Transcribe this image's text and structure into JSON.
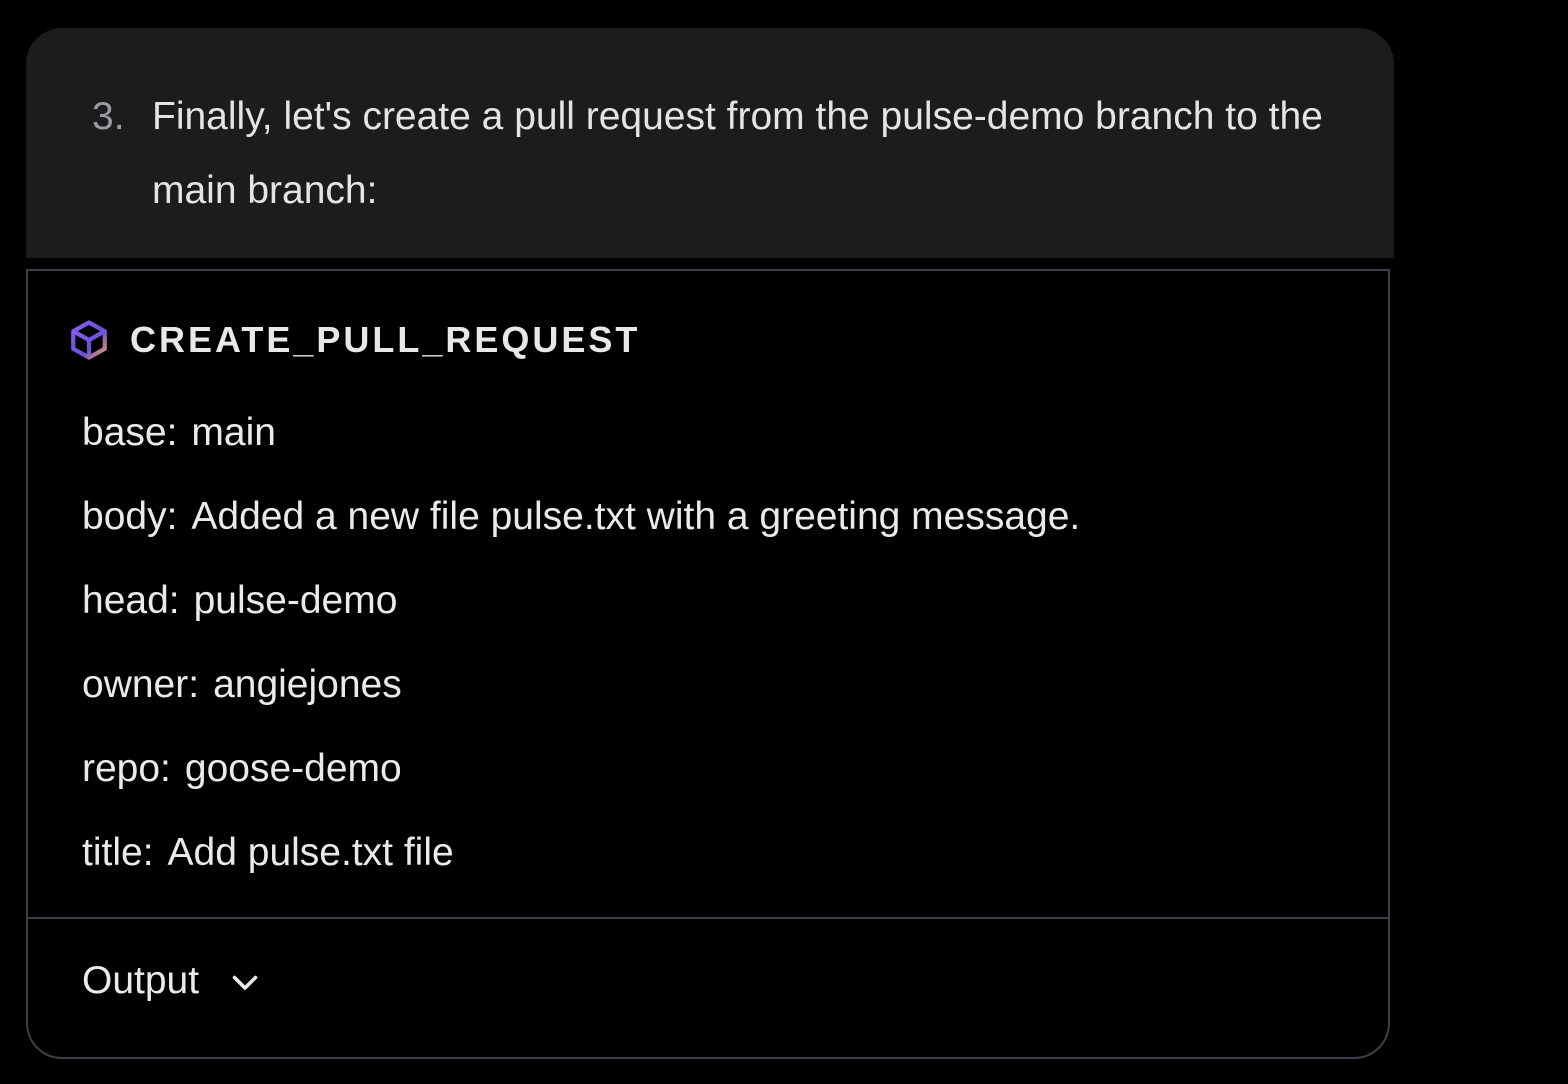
{
  "message": {
    "number": "3.",
    "text": "Finally, let's create a pull request from the pulse-demo branch to the main branch:"
  },
  "tool": {
    "name": "CREATE_PULL_REQUEST",
    "icon": "cube-icon",
    "params": [
      {
        "key": "base:",
        "value": "main"
      },
      {
        "key": "body:",
        "value": "Added a new file pulse.txt with a greeting message."
      },
      {
        "key": "head:",
        "value": "pulse-demo"
      },
      {
        "key": "owner:",
        "value": "angiejones"
      },
      {
        "key": "repo:",
        "value": "goose-demo"
      },
      {
        "key": "title:",
        "value": "Add pulse.txt file"
      }
    ],
    "output_label": "Output",
    "output_icon": "chevron-down-icon"
  },
  "colors": {
    "background": "#000000",
    "message_bg": "#1c1c1d",
    "border": "#3b3f47",
    "icon_gradient_start": "#8a5cf6",
    "icon_gradient_end": "#e8a060"
  }
}
